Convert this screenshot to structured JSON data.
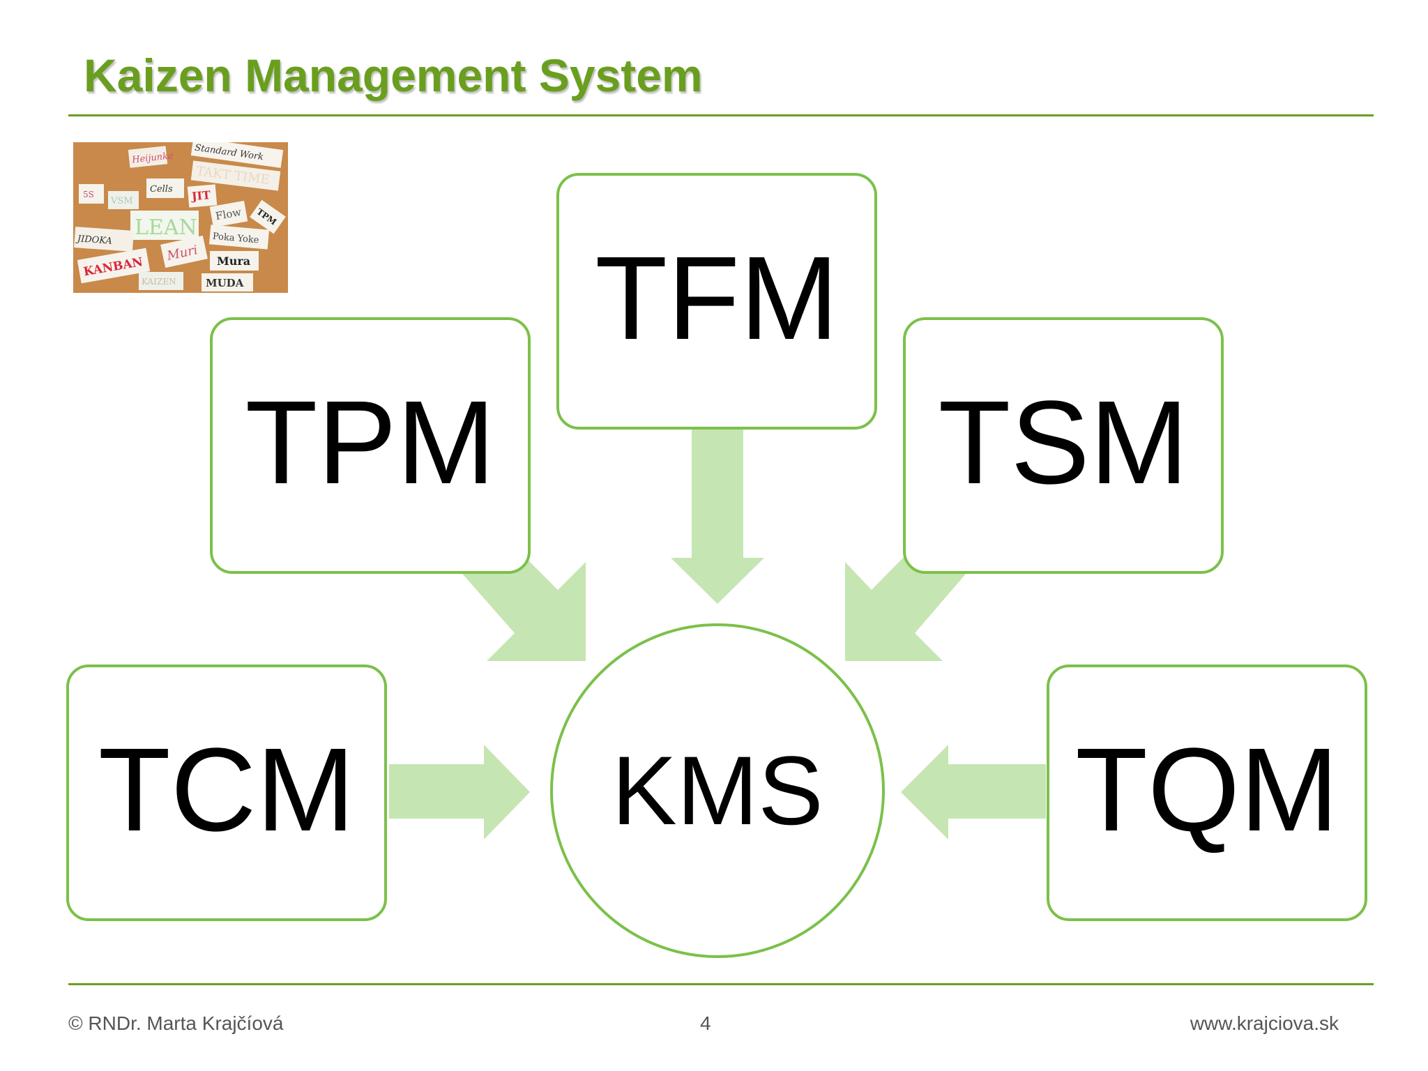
{
  "title": "Kaizen Management System",
  "photo_words": [
    "Heijunka",
    "Standard Work",
    "TAKT TIME",
    "Cells",
    "JIT",
    "5S",
    "VSM",
    "LEAN",
    "Flow",
    "TPM",
    "JIDOKA",
    "Poka Yoke",
    "KANBAN",
    "Muri",
    "Mura",
    "KAIZEN",
    "MUDA"
  ],
  "center": {
    "label": "KMS"
  },
  "nodes": [
    {
      "id": "tfm",
      "label": "TFM"
    },
    {
      "id": "tpm",
      "label": "TPM"
    },
    {
      "id": "tsm",
      "label": "TSM"
    },
    {
      "id": "tcm",
      "label": "TCM"
    },
    {
      "id": "tqm",
      "label": "TQM"
    }
  ],
  "footer": {
    "author": "© RNDr. Marta Krajčíová",
    "page": "4",
    "website": "www.krajciova.sk"
  },
  "colors": {
    "accent": "#6a9e1f",
    "box_border": "#7cc04a",
    "arrow": "#c5e5b2",
    "text": "#000000"
  }
}
